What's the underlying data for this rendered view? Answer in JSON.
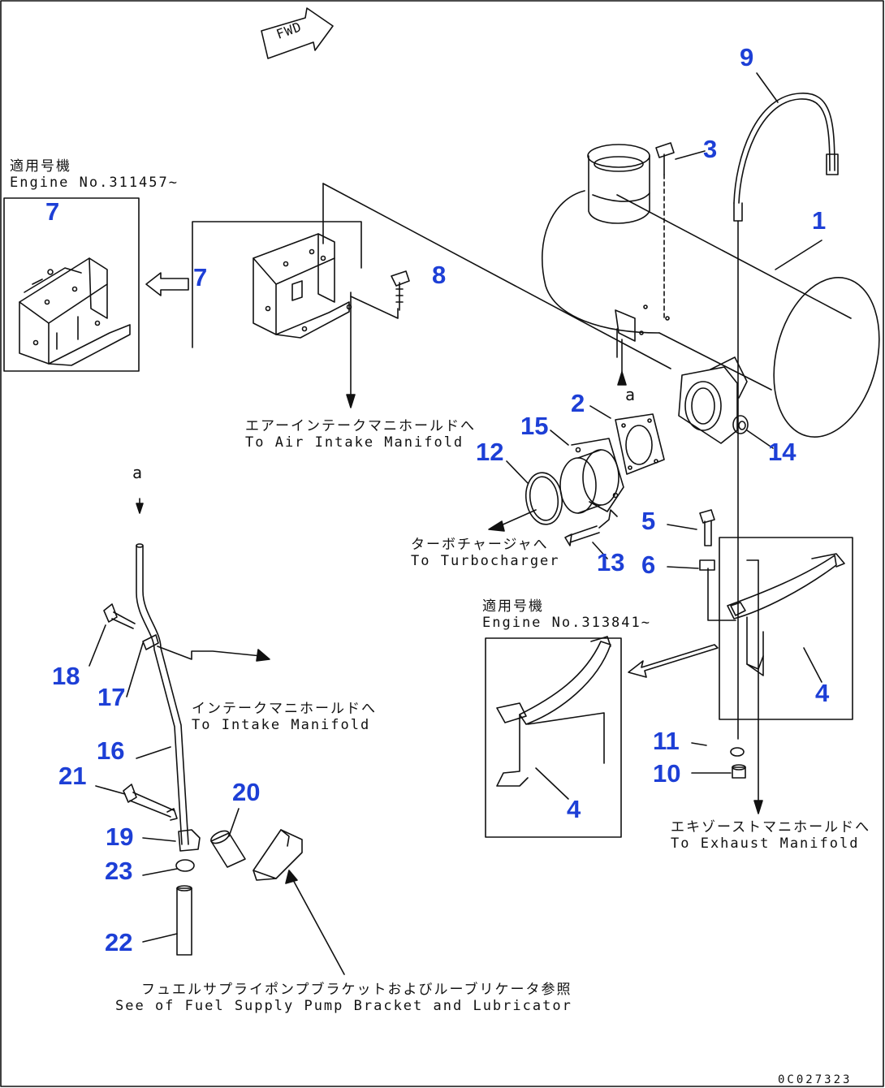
{
  "fwd_marker": "FWD",
  "drawing_code": "0C027323",
  "reference_mark": "a",
  "notes": {
    "engine_a": {
      "jp": "適用号機",
      "en": "Engine No.311457~"
    },
    "engine_b": {
      "jp": "適用号機",
      "en": "Engine No.313841~"
    },
    "air_intake": {
      "jp": "エアーインテークマニホールドへ",
      "en": "To Air Intake Manifold"
    },
    "turbo": {
      "jp": "ターボチャージャへ",
      "en": "To Turbocharger"
    },
    "intake": {
      "jp": "インテークマニホールドへ",
      "en": "To Intake Manifold"
    },
    "exhaust": {
      "jp": "エキゾーストマニホールドへ",
      "en": "To Exhaust Manifold"
    },
    "fuel_pump": {
      "jp": "フュエルサプライポンプブラケットおよびルーブリケータ参照",
      "en": "See of Fuel Supply Pump Bracket and Lubricator"
    }
  },
  "callouts": {
    "p1": "1",
    "p2": "2",
    "p3": "3",
    "p4a": "4",
    "p4b": "4",
    "p5": "5",
    "p6": "6",
    "p7a": "7",
    "p7b": "7",
    "p8": "8",
    "p9": "9",
    "p10": "10",
    "p11": "11",
    "p12": "12",
    "p13": "13",
    "p14": "14",
    "p15": "15",
    "p16": "16",
    "p17": "17",
    "p18": "18",
    "p19": "19",
    "p20": "20",
    "p21": "21",
    "p22": "22",
    "p23": "23"
  },
  "colors": {
    "callout": "#1d3fd6",
    "line": "#111111"
  }
}
